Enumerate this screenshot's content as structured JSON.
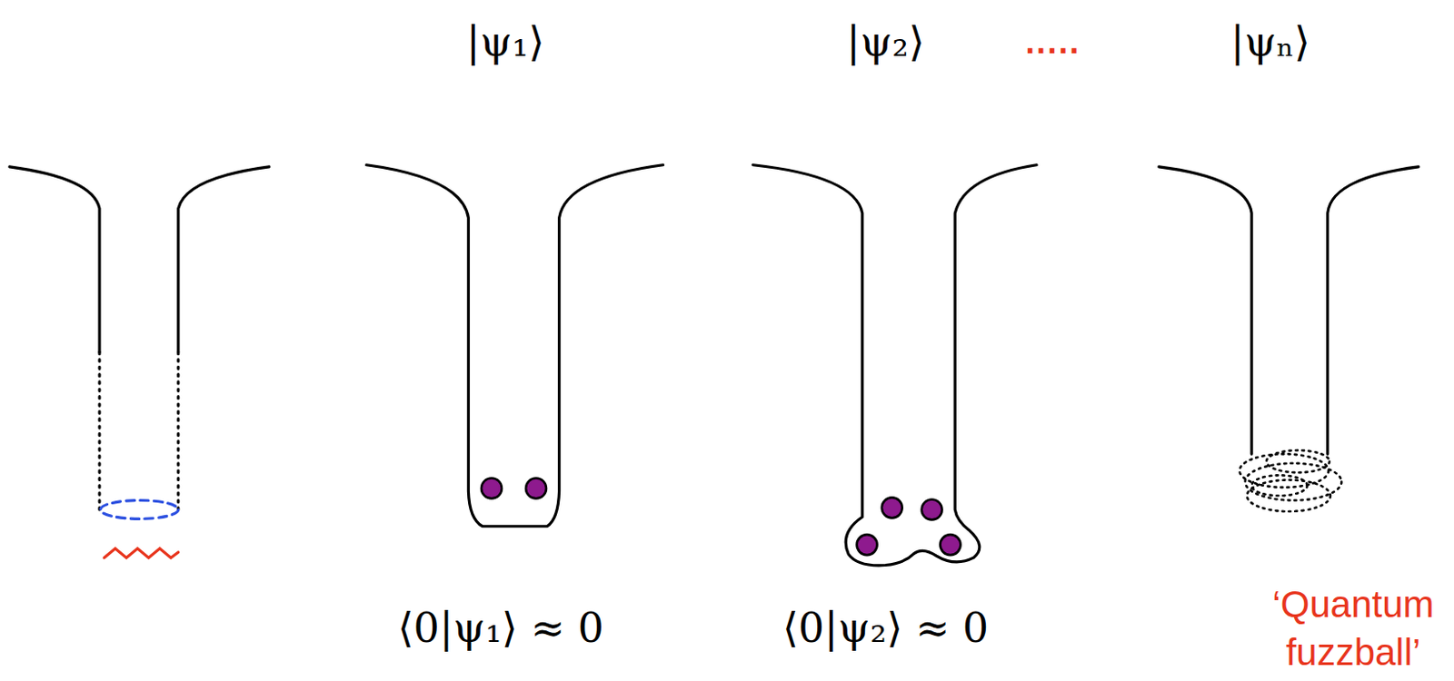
{
  "diagram": {
    "labels": [
      "|ψ₁⟩",
      "|ψ₂⟩",
      ".....",
      "|ψₙ⟩",
      "⟨0|ψ₁⟩ ≈ 0",
      "⟨0|ψ₂⟩ ≈ 0",
      "‘Quantum fuzzball’"
    ]
  }
}
